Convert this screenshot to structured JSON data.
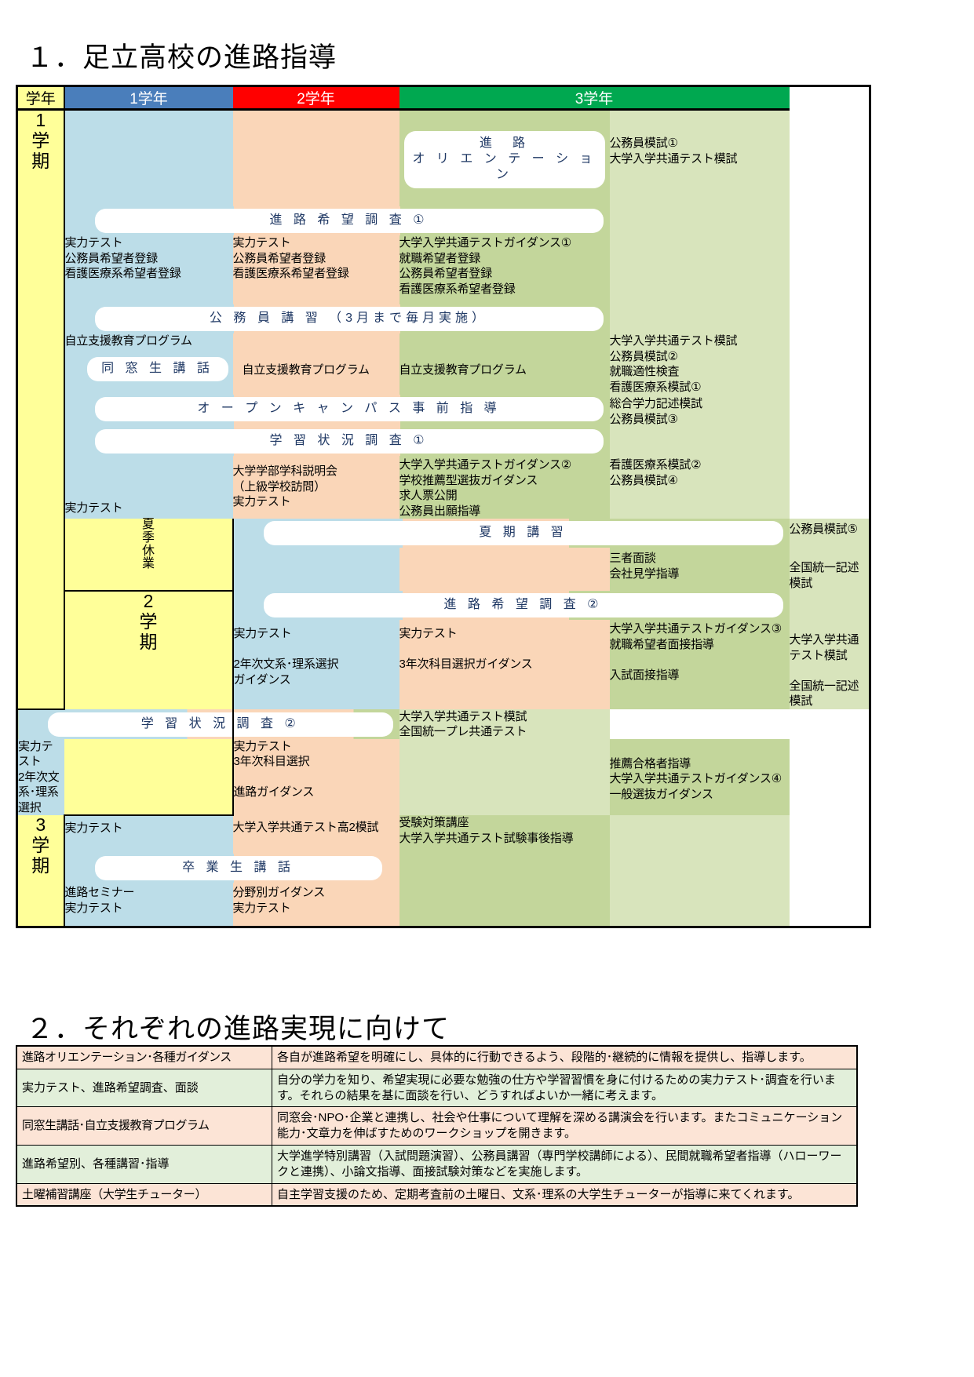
{
  "sections": {
    "one_title": "１．足立高校の進路指導",
    "two_title": "２．それぞれの進路実現に向けて"
  },
  "schedule": {
    "header": {
      "term": "学年",
      "year1": "1学年",
      "year2": "2学年",
      "year3": "3学年"
    },
    "colors": {
      "term_header_bg": "#ffff99",
      "year1_header_bg": "#4a7ebb",
      "year2_header_bg": "#ff0000",
      "year3_header_bg": "#00a850",
      "year1_body_bg": "#bcdde8",
      "year2_body_bg": "#fad6b8",
      "year3_body_bg": "#c3d69b",
      "exam_col_bg": "#d8e4bc",
      "banner_text": "#1f3864"
    },
    "terms": {
      "term1": "1\n学\n期",
      "summer": "夏\n季\n休\n業",
      "term2": "2\n学\n期",
      "term3": "3\n学\n期"
    },
    "banners": {
      "orientation": "進　路\nオ リ エ ン テ ー シ ョ ン",
      "survey1": "進 路 希 望 調 査 ①",
      "koumuin_lecture": "公 務 員 講 習 （3月まで毎月実施）",
      "dousousei": "同 窓 生 講 話",
      "open_campus": "オ ー プ ン キ ャ ン パ ス 事 前 指 導",
      "study_survey1": "学 習 状 況 調 査 ①",
      "summer_lecture": "夏 期 講 習",
      "survey2": "進 路 希 望 調 査 ②",
      "study_survey2": "学 習 状 況 調 査 ②",
      "sotsugyousei": "卒 業 生 講 話"
    },
    "rows": {
      "r1": {
        "y1": "",
        "y2": "",
        "y3": "",
        "exams": "公務員模試①\n大学入学共通テスト模試"
      },
      "r2": {
        "y1": "実力テスト\n公務員希望者登録\n看護医療系希望者登録",
        "y2": "実力テスト\n公務員希望者登録\n看護医療系希望者登録",
        "y3": "大学入学共通テストガイダンス①\n就職希望者登録\n公務員希望者登録\n看護医療系希望者登録",
        "exams": ""
      },
      "r3": {
        "y1": "自立支援教育プログラム",
        "y2": "自立支援教育プログラム",
        "y3": "自立支援教育プログラム",
        "exams": "大学入学共通テスト模試\n公務員模試②\n就職適性検査\n看護医療系模試①"
      },
      "r4": {
        "y1": "",
        "y2": "",
        "y3": "",
        "exams": "総合学力記述模試\n公務員模試③"
      },
      "r5": {
        "y1": "実力テスト",
        "y2": "大学学部学科説明会\n（上級学校訪問）\n実力テスト",
        "y3": "大学入学共通テストガイダンス②\n学校推薦型選抜ガイダンス\n求人票公開\n公務員出願指導",
        "exams": "看護医療系模試②\n公務員模試④"
      },
      "r6": {
        "y1": "",
        "y2": "",
        "y3": "",
        "exams": "公務員模試⑤"
      },
      "r7": {
        "y1": "",
        "y2": "",
        "y3": "三者面談\n会社見学指導",
        "exams": "全国統一記述模試"
      },
      "r8": {
        "y1": "実力テスト\n\n2年次文系･理系選択\nガイダンス",
        "y2": "実力テスト\n\n3年次科目選択ガイダンス",
        "y3": "大学入学共通テストガイダンス③\n就職希望者面接指導\n\n入試面接指導",
        "exams": "大学入学共通テスト模試\n\n全国統一記述模試"
      },
      "r9": {
        "y1": "実力テスト\n2年次文系･理系選択",
        "y2": "実力テスト\n3年次科目選択\n\n進路ガイダンス",
        "y3": "推薦合格者指導\n大学入学共通テストガイダンス④\n一般選抜ガイダンス",
        "exams": "大学入学共通テスト模試\n全国統一プレ共通テスト"
      },
      "r10": {
        "y1": "実力テスト",
        "y2": "大学入学共通テスト高2模試",
        "y3": "受験対策講座\n大学入学共通テスト試験事後指導",
        "exams": ""
      },
      "r11": {
        "y1": "進路セミナー\n実力テスト",
        "y2": "分野別ガイダンス\n実力テスト",
        "y3": "",
        "exams": ""
      }
    }
  },
  "detail_table": {
    "rows": [
      {
        "label": "進路オリエンテーション･各種ガイダンス",
        "label_size": "sm",
        "desc": "各自が進路希望を明確にし、具体的に行動できるよう、段階的･継続的に情報を提供し、指導します。",
        "theme": "peach"
      },
      {
        "label": "実力テスト、進路希望調査、面談",
        "label_size": "big",
        "desc": "自分の学力を知り、希望実現に必要な勉強の仕方や学習習慣を身に付けるための実力テスト･調査を行います。それらの結果を基に面談を行い、どうすればよいか一緒に考えます。",
        "theme": "green"
      },
      {
        "label": "同窓生講話･自立支援教育プログラム",
        "label_size": "sm",
        "desc": "同窓会･NPO･企業と連携し、社会や仕事について理解を深める講演会を行います。またコミュニケーション能力･文章力を伸ばすためのワークショップを開きます。",
        "theme": "peach"
      },
      {
        "label": "進路希望別、各種講習･指導",
        "label_size": "big",
        "desc": "大学進学特別講習（入試問題演習）、公務員講習（専門学校講師による）、民間就職希望者指導（ハローワークと連携）、小論文指導、面接試験対策などを実施します。",
        "theme": "green"
      },
      {
        "label": "土曜補習講座（大学生チューター）",
        "label_size": "mid",
        "desc": "自主学習支援のため、定期考査前の土曜日、文系･理系の大学生チューターが指導に来てくれます。",
        "theme": "peach"
      }
    ]
  }
}
